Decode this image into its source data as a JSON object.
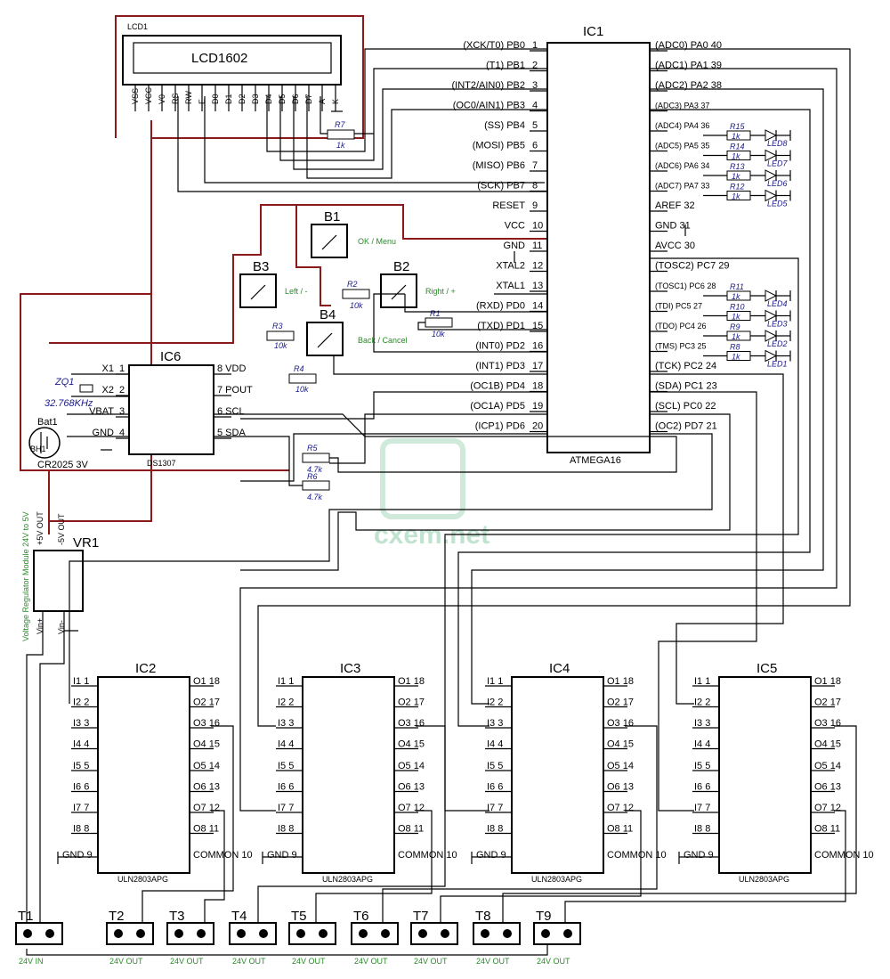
{
  "lcd": {
    "ref": "LCD1",
    "model": "LCD1602",
    "pins": [
      "VSS",
      "VCC",
      "V0",
      "RS",
      "RW",
      "E",
      "D0",
      "D1",
      "D2",
      "D3",
      "D4",
      "D5",
      "D6",
      "D7",
      "A",
      "K"
    ]
  },
  "ic1": {
    "ref": "IC1",
    "model": "ATMEGA16",
    "left_pins": [
      {
        "name": "(XCK/T0)  PB0",
        "num": "1"
      },
      {
        "name": "(T1)  PB1",
        "num": "2"
      },
      {
        "name": "(INT2/AIN0)  PB2",
        "num": "3"
      },
      {
        "name": "(OC0/AIN1)  PB3",
        "num": "4"
      },
      {
        "name": "(SS)  PB4",
        "num": "5"
      },
      {
        "name": "(MOSI)  PB5",
        "num": "6"
      },
      {
        "name": "(MISO)  PB6",
        "num": "7"
      },
      {
        "name": "(SCK)  PB7",
        "num": "8"
      },
      {
        "name": "RESET",
        "num": "9"
      },
      {
        "name": "VCC",
        "num": "10"
      },
      {
        "name": "GND",
        "num": "11"
      },
      {
        "name": "XTAL2",
        "num": "12"
      },
      {
        "name": "XTAL1",
        "num": "13"
      },
      {
        "name": "(RXD)  PD0",
        "num": "14"
      },
      {
        "name": "(TXD)  PD1",
        "num": "15"
      },
      {
        "name": "(INT0)  PD2",
        "num": "16"
      },
      {
        "name": "(INT1)  PD3",
        "num": "17"
      },
      {
        "name": "(OC1B)  PD4",
        "num": "18"
      },
      {
        "name": "(OC1A)  PD5",
        "num": "19"
      },
      {
        "name": "(ICP1)  PD6",
        "num": "20"
      }
    ],
    "right_pins": [
      "(ADC0)  PA0  40",
      "(ADC1)  PA1  39",
      "(ADC2)  PA2  38",
      "(ADC3)  PA3  37",
      "(ADC4)  PA4  36",
      "(ADC5)  PA5  35",
      "(ADC6)  PA6  34",
      "(ADC7)  PA7  33",
      "AREF  32",
      "GND  31",
      "AVCC  30",
      "(TOSC2)  PC7  29",
      "(TOSC1)  PC6  28",
      "(TDI)  PC5  27",
      "(TDO)  PC4  26",
      "(TMS)  PC3  25",
      "(TCK)  PC2  24",
      "(SDA)  PC1  23",
      "(SCL)  PC0  22",
      "(OC2)  PD7  21"
    ]
  },
  "leds_top": [
    {
      "r": "R15",
      "v": "1k",
      "led": "LED8"
    },
    {
      "r": "R14",
      "v": "1k",
      "led": "LED7"
    },
    {
      "r": "R13",
      "v": "1k",
      "led": "LED6"
    },
    {
      "r": "R12",
      "v": "1k",
      "led": "LED5"
    }
  ],
  "leds_bottom": [
    {
      "r": "R11",
      "v": "1k",
      "led": "LED4"
    },
    {
      "r": "R10",
      "v": "1k",
      "led": "LED3"
    },
    {
      "r": "R9",
      "v": "1k",
      "led": "LED2"
    },
    {
      "r": "R8",
      "v": "1k",
      "led": "LED1"
    }
  ],
  "buttons": [
    {
      "ref": "B1",
      "label": "OK / Menu"
    },
    {
      "ref": "B2",
      "label": "Right / +"
    },
    {
      "ref": "B3",
      "label": "Left / -"
    },
    {
      "ref": "B4",
      "label": "Back / Cancel"
    }
  ],
  "resistors": {
    "r1": {
      "ref": "R1",
      "v": "10k"
    },
    "r2": {
      "ref": "R2",
      "v": "10k"
    },
    "r3": {
      "ref": "R3",
      "v": "10k"
    },
    "r4": {
      "ref": "R4",
      "v": "10k"
    },
    "r5": {
      "ref": "R5",
      "v": "4.7k"
    },
    "r6": {
      "ref": "R6",
      "v": "4.7k"
    },
    "r7": {
      "ref": "R7",
      "v": "1k"
    }
  },
  "ic6": {
    "ref": "IC6",
    "model": "DS1307",
    "left": [
      {
        "n": "X1",
        "p": "1"
      },
      {
        "n": "X2",
        "p": "2"
      },
      {
        "n": "VBAT",
        "p": "3"
      },
      {
        "n": "GND",
        "p": "4"
      }
    ],
    "right": [
      {
        "n": "8 VDD"
      },
      {
        "n": "7 POUT"
      },
      {
        "n": "6 SCL"
      },
      {
        "n": "5 SDA"
      }
    ]
  },
  "crystal": {
    "ref": "ZQ1",
    "freq": "32.768KHz"
  },
  "battery": {
    "ref": "Bat1",
    "sub": "BH1",
    "model": "CR2025 3V"
  },
  "vr": {
    "ref": "VR1",
    "side": "Voltage Regulator Module 24V to 5V",
    "out_plus": "+5V OUT",
    "out_minus": "-5V OUT",
    "in_plus": "Vin+",
    "in_minus": "Vin-"
  },
  "drivers": {
    "refs": [
      "IC2",
      "IC3",
      "IC4",
      "IC5"
    ],
    "model": "ULN2803APG",
    "left": [
      "I1  1",
      "I2  2",
      "I3  3",
      "I4  4",
      "I5  5",
      "I6  6",
      "I7  7",
      "I8  8"
    ],
    "right": [
      "O1  18",
      "O2  17",
      "O3  16",
      "O4  15",
      "O5  14",
      "O6  13",
      "O7  12",
      "O8  11"
    ],
    "gnd": "GND  9",
    "common": "COMMON  10"
  },
  "terminals": [
    {
      "ref": "T1",
      "label": "24V IN"
    },
    {
      "ref": "T2",
      "label": "24V OUT"
    },
    {
      "ref": "T3",
      "label": "24V OUT"
    },
    {
      "ref": "T4",
      "label": "24V OUT"
    },
    {
      "ref": "T5",
      "label": "24V OUT"
    },
    {
      "ref": "T6",
      "label": "24V OUT"
    },
    {
      "ref": "T7",
      "label": "24V OUT"
    },
    {
      "ref": "T8",
      "label": "24V OUT"
    },
    {
      "ref": "T9",
      "label": "24V OUT"
    }
  ],
  "gnd_text": "GND",
  "watermark": "cxem.net",
  "colors": {
    "power": "#8b1a1a",
    "wire": "#000000",
    "note": "#2a8a2a",
    "ref": "#1a1a8c"
  }
}
